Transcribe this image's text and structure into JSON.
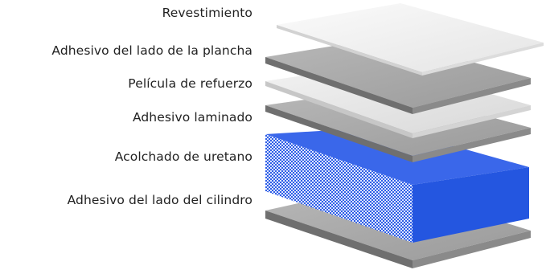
{
  "layers": [
    {
      "label": "Revestimiento",
      "color": "#f2f2f2"
    },
    {
      "label": "Adhesivo del lado de la plancha",
      "color": "#a9a9a9"
    },
    {
      "label": "Película de refuerzo",
      "color": "#e6e6e6"
    },
    {
      "label": "Adhesivo laminado",
      "color": "#a9a9a9"
    },
    {
      "label": "Acolchado de uretano",
      "color": "#2f5fe6"
    },
    {
      "label": "Adhesivo del lado del cilindro",
      "color": "#a9a9a9"
    }
  ]
}
